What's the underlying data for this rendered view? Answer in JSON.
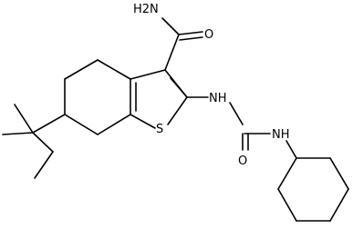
{
  "molecule": {
    "atoms": {
      "amide_n": "H2N",
      "amide_o": "O",
      "thiophene_s": "S",
      "urea_nh_left": "NH",
      "urea_o": "O",
      "urea_nh_right": "NH"
    },
    "colors": {
      "bond": "#000000",
      "text": "#000000",
      "background": "#ffffff"
    }
  }
}
